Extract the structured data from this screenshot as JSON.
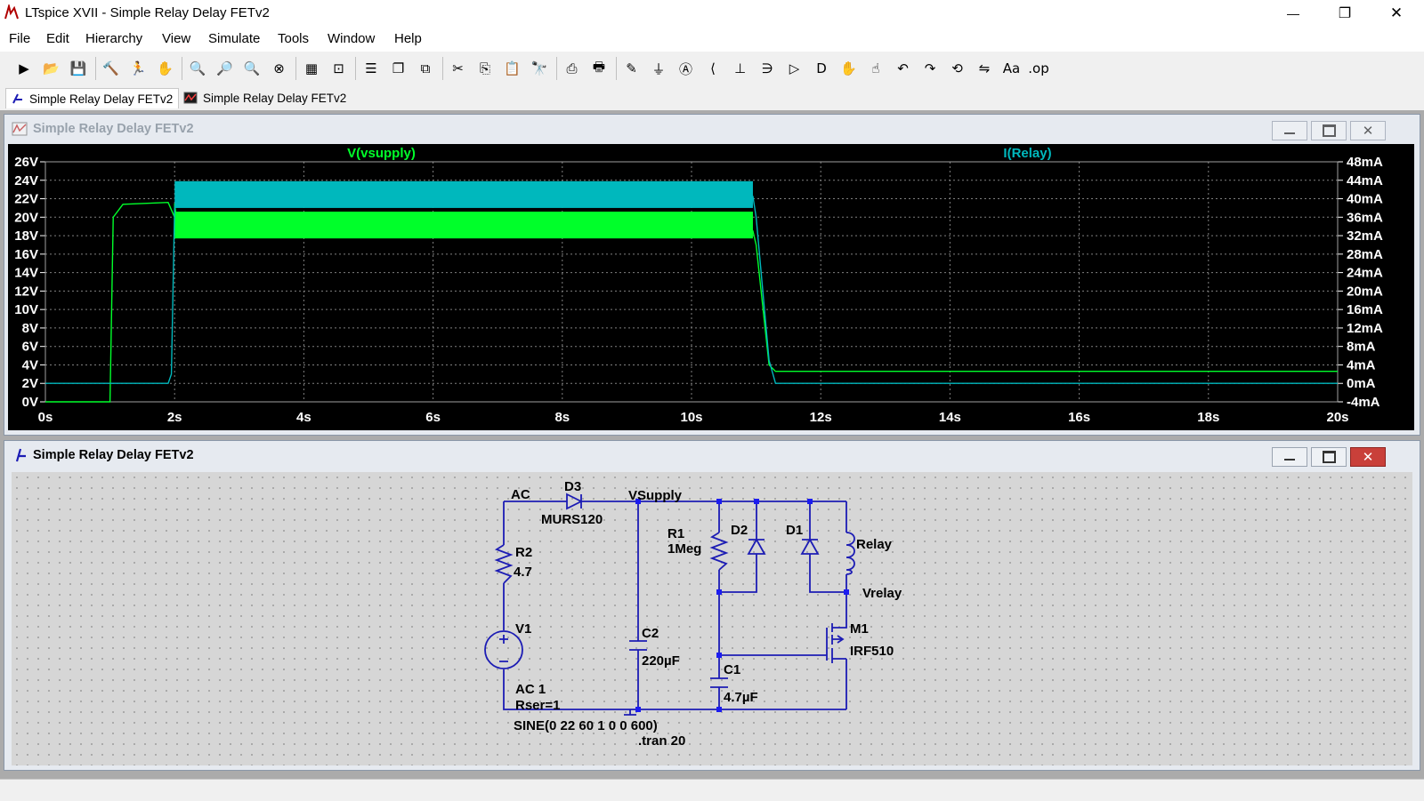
{
  "app": {
    "title": "LTspice XVII - Simple Relay Delay FETv2",
    "controls": {
      "minimize": "—",
      "maximize": "❐",
      "close": "✕"
    }
  },
  "menu": [
    "File",
    "Edit",
    "Hierarchy",
    "View",
    "Simulate",
    "Tools",
    "Window",
    "Help"
  ],
  "toolbar": {
    "icons": [
      "new-schematic-icon",
      "open-icon",
      "save-icon",
      "control-panel-icon",
      "run-icon",
      "halt-icon",
      "zoom-in-icon",
      "zoom-area-icon",
      "zoom-out-icon",
      "zoom-fit-icon",
      "autorange-icon",
      "cursor-icon",
      "tile-horizontal-icon",
      "cascade-icon",
      "tile-vertical-icon",
      "cut-icon",
      "copy-icon",
      "paste-icon",
      "find-icon",
      "print-preview-icon",
      "print-icon",
      "wire-icon",
      "ground-icon",
      "label-icon",
      "resistor-icon",
      "capacitor-icon",
      "inductor-icon",
      "diode-icon",
      "component-icon",
      "move-icon",
      "drag-icon",
      "undo-icon",
      "redo-icon",
      "rotate-icon",
      "mirror-icon",
      "text-icon",
      "spice-directive-icon"
    ]
  },
  "tabs": [
    {
      "label": "Simple Relay Delay FETv2",
      "icon": "schematic-tab-icon"
    },
    {
      "label": "Simple Relay Delay FETv2",
      "icon": "waveform-tab-icon"
    }
  ],
  "waveform_window": {
    "title": "Simple Relay Delay FETv2"
  },
  "schematic_window": {
    "title": "Simple Relay Delay FETv2"
  },
  "colors": {
    "background": "#000000",
    "grid": "#808080",
    "vsupply": "#00ff2a",
    "irelay": "#00b8bd",
    "axis_text": "#ffffff",
    "schematic_bg": "#d6d6d6",
    "wire": "#1c1cb4",
    "node": "#1c1cf0"
  },
  "chart_data": {
    "type": "line",
    "title": "",
    "x": {
      "label": "",
      "unit": "s",
      "lim": [
        0,
        20
      ],
      "ticks": [
        "0s",
        "2s",
        "4s",
        "6s",
        "8s",
        "10s",
        "12s",
        "14s",
        "16s",
        "18s",
        "20s"
      ]
    },
    "y_left": {
      "lim": [
        0,
        26
      ],
      "ticks": [
        "0V",
        "2V",
        "4V",
        "6V",
        "8V",
        "10V",
        "12V",
        "14V",
        "16V",
        "18V",
        "20V",
        "22V",
        "24V",
        "26V"
      ]
    },
    "y_right": {
      "lim": [
        -4,
        48
      ],
      "ticks": [
        "-4mA",
        "0mA",
        "4mA",
        "8mA",
        "12mA",
        "16mA",
        "20mA",
        "24mA",
        "28mA",
        "32mA",
        "36mA",
        "40mA",
        "44mA",
        "48mA"
      ]
    },
    "grid": true,
    "series": [
      {
        "name": "V(vsupply)",
        "axis": "left",
        "points": [
          [
            0,
            0
          ],
          [
            1.0,
            0
          ],
          [
            1.05,
            20
          ],
          [
            1.2,
            21.4
          ],
          [
            1.9,
            21.6
          ],
          [
            2.0,
            20
          ],
          [
            2.0,
            21.5
          ],
          [
            2.05,
            18.5
          ],
          [
            10.95,
            18.5
          ],
          [
            11.0,
            17
          ],
          [
            11.2,
            4
          ],
          [
            11.3,
            3.3
          ],
          [
            20,
            3.3
          ]
        ],
        "band": {
          "x": [
            2.0,
            10.95
          ],
          "lo": 17.7,
          "hi": 20.6
        }
      },
      {
        "name": "I(Relay)",
        "axis": "right",
        "points": [
          [
            0,
            0
          ],
          [
            1.9,
            0
          ],
          [
            1.95,
            2
          ],
          [
            2.0,
            38
          ],
          [
            2.05,
            40.5
          ],
          [
            10.95,
            40.5
          ],
          [
            11.0,
            36
          ],
          [
            11.2,
            5
          ],
          [
            11.3,
            0
          ],
          [
            20,
            0
          ]
        ],
        "band": {
          "x": [
            2.0,
            10.95
          ],
          "lo": 38,
          "hi": 43.8
        }
      }
    ]
  },
  "schematic": {
    "labels": {
      "ac": "AC",
      "d3": "D3",
      "d3_model": "MURS120",
      "vsupply": "VSupply",
      "r1": "R1",
      "r1_val": "1Meg",
      "d2": "D2",
      "d1": "D1",
      "relay": "Relay",
      "vrelay": "Vrelay",
      "r2": "R2",
      "r2_val": "4.7",
      "v1": "V1",
      "m1": "M1",
      "m1_model": "IRF510",
      "c2": "C2",
      "c2_val": "220µF",
      "c1": "C1",
      "c1_val": "4.7µF",
      "v1_ac": "AC 1",
      "v1_rser": "Rser=1",
      "v1_sine": "SINE(0 22 60 1 0 0 600)",
      "tran": ".tran 20"
    }
  }
}
